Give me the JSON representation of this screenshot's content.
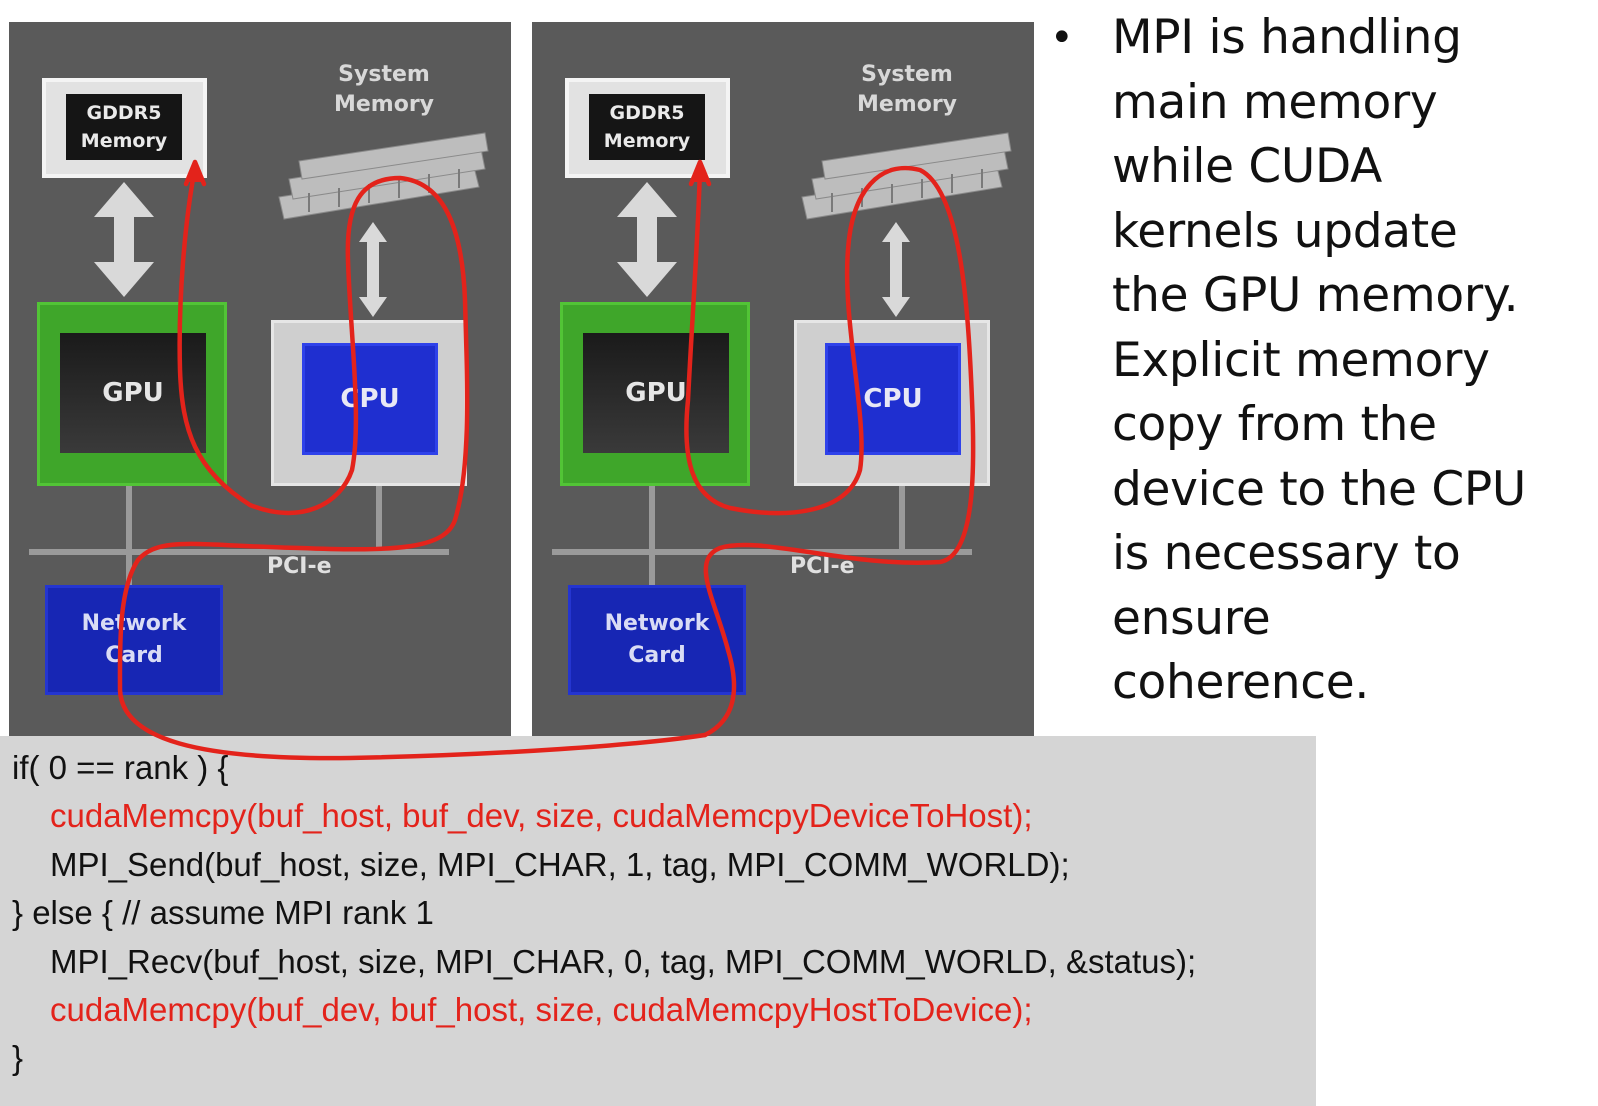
{
  "diagram": {
    "nodes": [
      {
        "id": "left",
        "gddr_label": [
          "GDDR5",
          "Memory"
        ],
        "system_memory_label": [
          "System",
          "Memory"
        ],
        "gpu_label": "GPU",
        "cpu_label": "CPU",
        "pcie_label": "PCI-e",
        "network_label": [
          "Network",
          "Card"
        ]
      },
      {
        "id": "right",
        "gddr_label": [
          "GDDR5",
          "Memory"
        ],
        "system_memory_label": [
          "System",
          "Memory"
        ],
        "gpu_label": "GPU",
        "cpu_label": "CPU",
        "pcie_label": "PCI-e",
        "network_label": [
          "Network",
          "Card"
        ]
      }
    ],
    "colors": {
      "panel": "#5a5a5a",
      "gpu": "#3fa62a",
      "cpu": "#1f2fd0",
      "network": "#1726b4",
      "path": "#e3231b"
    }
  },
  "bullet": {
    "icon": "bullet-dot",
    "text": "MPI is handling\nmain memory\nwhile CUDA\nkernels update\nthe GPU memory.\nExplicit memory\ncopy from the\ndevice to the CPU\nis necessary to\nensure\ncoherence."
  },
  "code": {
    "lines": [
      "if( 0 == rank ) {",
      "cudaMemcpy(buf_host, buf_dev, size, cudaMemcpyDeviceToHost);",
      "MPI_Send(buf_host, size, MPI_CHAR, 1, tag, MPI_COMM_WORLD);",
      "} else { // assume MPI rank 1",
      "MPI_Recv(buf_host, size, MPI_CHAR, 0, tag, MPI_COMM_WORLD, &status);",
      "cudaMemcpy(buf_dev, buf_host, size, cudaMemcpyHostToDevice);",
      "}"
    ]
  }
}
